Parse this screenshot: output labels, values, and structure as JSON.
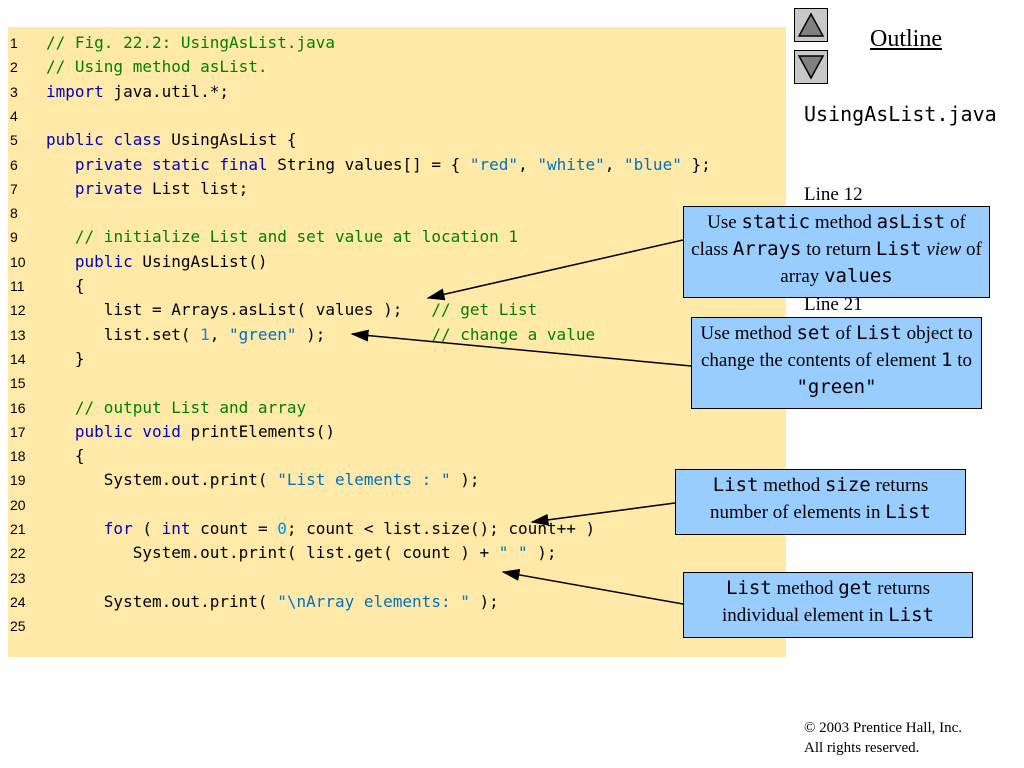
{
  "code_lines": [
    {
      "num": "1",
      "segs": [
        {
          "t": "// Fig. 22.2: UsingAsList.java",
          "c": "cm"
        }
      ]
    },
    {
      "num": "2",
      "segs": [
        {
          "t": "// Using method asList.",
          "c": "cm"
        }
      ]
    },
    {
      "num": "3",
      "segs": [
        {
          "t": "import",
          "c": "kw"
        },
        {
          "t": " java.util.*;",
          "c": ""
        }
      ]
    },
    {
      "num": "4",
      "segs": []
    },
    {
      "num": "5",
      "segs": [
        {
          "t": "public",
          "c": "kw"
        },
        {
          "t": " ",
          "c": ""
        },
        {
          "t": "class",
          "c": "kw"
        },
        {
          "t": " UsingAsList {",
          "c": ""
        }
      ]
    },
    {
      "num": "6",
      "segs": [
        {
          "t": "   ",
          "c": ""
        },
        {
          "t": "private",
          "c": "kw"
        },
        {
          "t": " ",
          "c": ""
        },
        {
          "t": "static",
          "c": "kw"
        },
        {
          "t": " ",
          "c": ""
        },
        {
          "t": "final",
          "c": "kw"
        },
        {
          "t": " String values[] = { ",
          "c": ""
        },
        {
          "t": "\"red\"",
          "c": "st"
        },
        {
          "t": ", ",
          "c": ""
        },
        {
          "t": "\"white\"",
          "c": "st"
        },
        {
          "t": ", ",
          "c": ""
        },
        {
          "t": "\"blue\"",
          "c": "st"
        },
        {
          "t": " };",
          "c": ""
        }
      ]
    },
    {
      "num": "7",
      "segs": [
        {
          "t": "   ",
          "c": ""
        },
        {
          "t": "private",
          "c": "kw"
        },
        {
          "t": " List list;",
          "c": ""
        }
      ]
    },
    {
      "num": "8",
      "segs": []
    },
    {
      "num": "9",
      "segs": [
        {
          "t": "   ",
          "c": ""
        },
        {
          "t": "// initialize List and set value at location 1",
          "c": "cm"
        }
      ]
    },
    {
      "num": "10",
      "segs": [
        {
          "t": "   ",
          "c": ""
        },
        {
          "t": "public",
          "c": "kw"
        },
        {
          "t": " UsingAsList()",
          "c": ""
        }
      ]
    },
    {
      "num": "11",
      "segs": [
        {
          "t": "   {",
          "c": ""
        }
      ]
    },
    {
      "num": "12",
      "segs": [
        {
          "t": "      list = Arrays.asList( values );   ",
          "c": ""
        },
        {
          "t": "// get List",
          "c": "cm"
        }
      ]
    },
    {
      "num": "13",
      "segs": [
        {
          "t": "      list.set( ",
          "c": ""
        },
        {
          "t": "1",
          "c": "nu"
        },
        {
          "t": ", ",
          "c": ""
        },
        {
          "t": "\"green\"",
          "c": "st"
        },
        {
          "t": " );           ",
          "c": ""
        },
        {
          "t": "// change a value",
          "c": "cm"
        }
      ]
    },
    {
      "num": "14",
      "segs": [
        {
          "t": "   }",
          "c": ""
        }
      ]
    },
    {
      "num": "15",
      "segs": []
    },
    {
      "num": "16",
      "segs": [
        {
          "t": "   ",
          "c": ""
        },
        {
          "t": "// output List and array",
          "c": "cm"
        }
      ]
    },
    {
      "num": "17",
      "segs": [
        {
          "t": "   ",
          "c": ""
        },
        {
          "t": "public",
          "c": "kw"
        },
        {
          "t": " ",
          "c": ""
        },
        {
          "t": "void",
          "c": "kw"
        },
        {
          "t": " printElements()",
          "c": ""
        }
      ]
    },
    {
      "num": "18",
      "segs": [
        {
          "t": "   {",
          "c": ""
        }
      ]
    },
    {
      "num": "19",
      "segs": [
        {
          "t": "      System.out.print( ",
          "c": ""
        },
        {
          "t": "\"List elements : \"",
          "c": "st"
        },
        {
          "t": " );",
          "c": ""
        }
      ]
    },
    {
      "num": "20",
      "segs": []
    },
    {
      "num": "21",
      "segs": [
        {
          "t": "      ",
          "c": ""
        },
        {
          "t": "for",
          "c": "kw"
        },
        {
          "t": " ( ",
          "c": ""
        },
        {
          "t": "int",
          "c": "kw"
        },
        {
          "t": " count = ",
          "c": ""
        },
        {
          "t": "0",
          "c": "nu"
        },
        {
          "t": "; count < list.size(); count++ )",
          "c": ""
        }
      ]
    },
    {
      "num": "22",
      "segs": [
        {
          "t": "         System.out.print( list.get( count ) + ",
          "c": ""
        },
        {
          "t": "\" \"",
          "c": "st"
        },
        {
          "t": " );",
          "c": ""
        }
      ]
    },
    {
      "num": "23",
      "segs": []
    },
    {
      "num": "24",
      "segs": [
        {
          "t": "      System.out.print( ",
          "c": ""
        },
        {
          "t": "\"\\nArray elements: \"",
          "c": "st"
        },
        {
          "t": " );",
          "c": ""
        }
      ]
    },
    {
      "num": "25",
      "segs": []
    }
  ],
  "sidebar": {
    "outline_label": "Outline",
    "file_name": "UsingAsList.java",
    "line_refs": [
      "Line 12",
      "Line 21"
    ]
  },
  "callouts": [
    {
      "parts": [
        {
          "t": "Use ",
          "m": false
        },
        {
          "t": "static",
          "m": true
        },
        {
          "t": " method ",
          "m": false
        },
        {
          "t": "asList",
          "m": true
        },
        {
          "t": " of class ",
          "m": false
        },
        {
          "t": "Arrays",
          "m": true
        },
        {
          "t": " to return ",
          "m": false
        },
        {
          "t": "List",
          "m": true
        },
        {
          "t": " ",
          "m": false
        },
        {
          "t": "view",
          "m": false,
          "i": true
        },
        {
          "t": " of array ",
          "m": false
        },
        {
          "t": "values",
          "m": true
        }
      ]
    },
    {
      "parts": [
        {
          "t": "Use method ",
          "m": false
        },
        {
          "t": "set",
          "m": true
        },
        {
          "t": " of ",
          "m": false
        },
        {
          "t": "List",
          "m": true
        },
        {
          "t": " object to change the contents of element ",
          "m": false
        },
        {
          "t": "1",
          "m": true
        },
        {
          "t": " to ",
          "m": false
        },
        {
          "t": "\"green\"",
          "m": true
        }
      ]
    },
    {
      "parts": [
        {
          "t": "List",
          "m": true
        },
        {
          "t": " method ",
          "m": false
        },
        {
          "t": "size",
          "m": true
        },
        {
          "t": " returns number of elements in ",
          "m": false
        },
        {
          "t": "List",
          "m": true
        }
      ]
    },
    {
      "parts": [
        {
          "t": "List",
          "m": true
        },
        {
          "t": " method ",
          "m": false
        },
        {
          "t": "get",
          "m": true
        },
        {
          "t": " returns individual element in ",
          "m": false
        },
        {
          "t": "List",
          "m": true
        }
      ]
    }
  ],
  "copyright": {
    "symbol": "©",
    "line1": " 2003 Prentice Hall, Inc.",
    "line2": "All rights reserved."
  },
  "colors": {
    "code_background": "#ffe9a8",
    "callout_background": "#99ccff",
    "comment": "#008000",
    "keyword": "#0000c0",
    "string": "#0070c0"
  },
  "icons": {
    "prev": "up-triangle-icon",
    "next": "down-triangle-icon"
  }
}
